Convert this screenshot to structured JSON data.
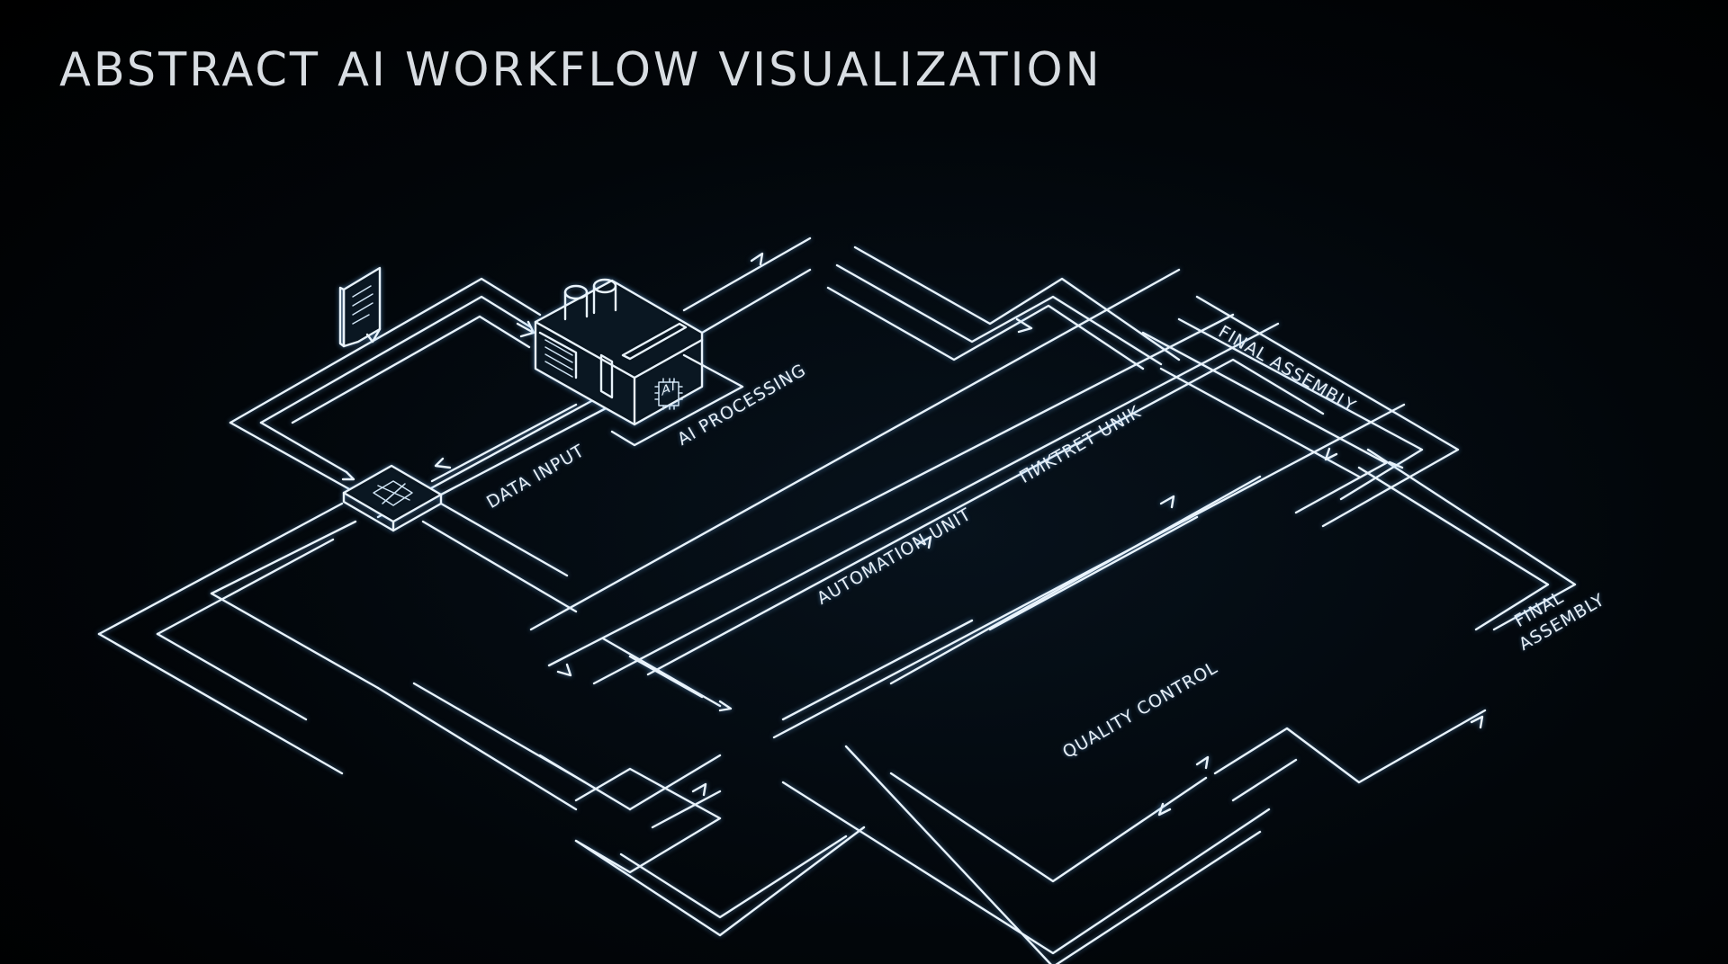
{
  "title": "ABSTRACT AI WORKFLOW VISUALIZATION",
  "labels": {
    "data_input": "DATA INPUT",
    "ai_processing": "AI PROCESSING",
    "automation_unit": "AUTOMATION UNIT",
    "garbled_unit": "ΠИKTRET UNIK",
    "final_assembly_top": "FINAL ASSEMBLY",
    "final_assembly_right_line1": "FINAL",
    "final_assembly_right_line2": "ASSEMBLY",
    "quality_control": "QUALITY CONTROL",
    "chip_text": "AI"
  },
  "icons": [
    "document-icon",
    "factory-icon",
    "ai-chip-icon",
    "gear-icon",
    "server-rack-icon",
    "robot-arm-icon",
    "conveyor-icon",
    "hub-node-icon",
    "arrow-icon"
  ],
  "colors": {
    "background": "#000000",
    "line": "#e9f3fb",
    "glow": "#78beff",
    "fill": "#0a1722"
  }
}
